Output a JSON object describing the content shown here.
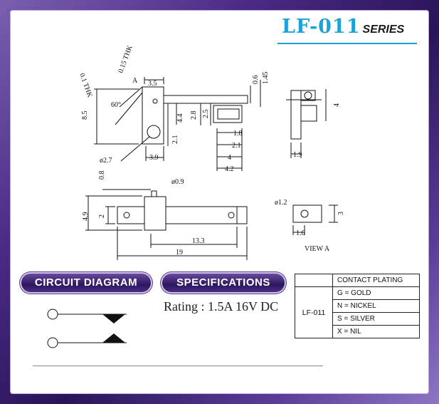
{
  "header": {
    "series_code": "LF-011",
    "series_suffix": "SERIES"
  },
  "drawing_labels": {
    "thk_01": "0.1 THK",
    "thk_015": "0.15 THK",
    "point_a": "A",
    "angle": "60°",
    "d35": "3.5",
    "d85": "8.5",
    "d44": "4.4",
    "d28": "2.8",
    "d25": "2.5",
    "d21": "2.1",
    "d27": "ø2.7",
    "d39": "3.9",
    "d06": "0.6",
    "d145": "1.45",
    "d18": "1.8",
    "d21b": "2.1",
    "d4": "4",
    "d42": "4.2",
    "d4side": "4",
    "d19": "1.9",
    "d08": "0.8",
    "d09": "ø0.9",
    "d49": "4.9",
    "d2": "2",
    "d133": "13.3",
    "d19b": "19",
    "d12": "ø1.2",
    "d3": "3",
    "d16": "1.6",
    "view_a": "VIEW A"
  },
  "sections": {
    "circuit_title": "CIRCUIT DIAGRAM",
    "specifications_title": "SPECIFICATIONS",
    "rating": "Rating : 1.5A 16V DC"
  },
  "plating_table": {
    "header": "CONTACT PLATING",
    "model": "LF-011",
    "rows": [
      "G = GOLD",
      "N = NICKEL",
      "S = SILVER",
      "X = NIL"
    ]
  },
  "colors": {
    "accent": "#1aa3d8",
    "frame": "#3a1f66",
    "pill": "#2d1660"
  }
}
